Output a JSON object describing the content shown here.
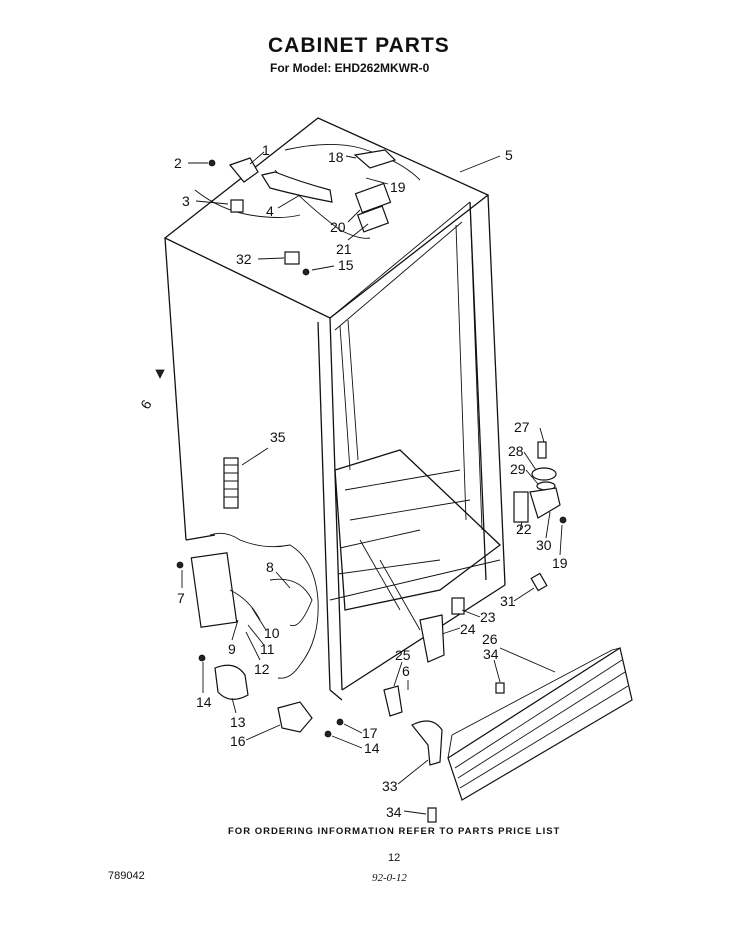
{
  "header": {
    "title": "CABINET PARTS",
    "model_line": "For Model: EHD262MKWR-0"
  },
  "footer": {
    "ordering_note": "FOR ORDERING INFORMATION REFER TO PARTS PRICE LIST",
    "page_number": "12",
    "document_number": "789042",
    "date_code": "92-0-12"
  },
  "callouts": {
    "c1": "1",
    "c2": "2",
    "c3": "3",
    "c4": "4",
    "c5": "5",
    "c18": "18",
    "c19a": "19",
    "c20": "20",
    "c21": "21",
    "c32": "32",
    "c15": "15",
    "c6a": "6",
    "c35": "35",
    "c27": "27",
    "c28": "28",
    "c29": "29",
    "c22": "22",
    "c30": "30",
    "c19b": "19",
    "c7": "7",
    "c8": "8",
    "c9": "9",
    "c10": "10",
    "c11": "11",
    "c12": "12",
    "c31": "31",
    "c23": "23",
    "c24": "24",
    "c26": "26",
    "c25": "25",
    "c6b": "6",
    "c34a": "34",
    "c14a": "14",
    "c13": "13",
    "c16": "16",
    "c17": "17",
    "c14b": "14",
    "c33": "33",
    "c34b": "34"
  }
}
